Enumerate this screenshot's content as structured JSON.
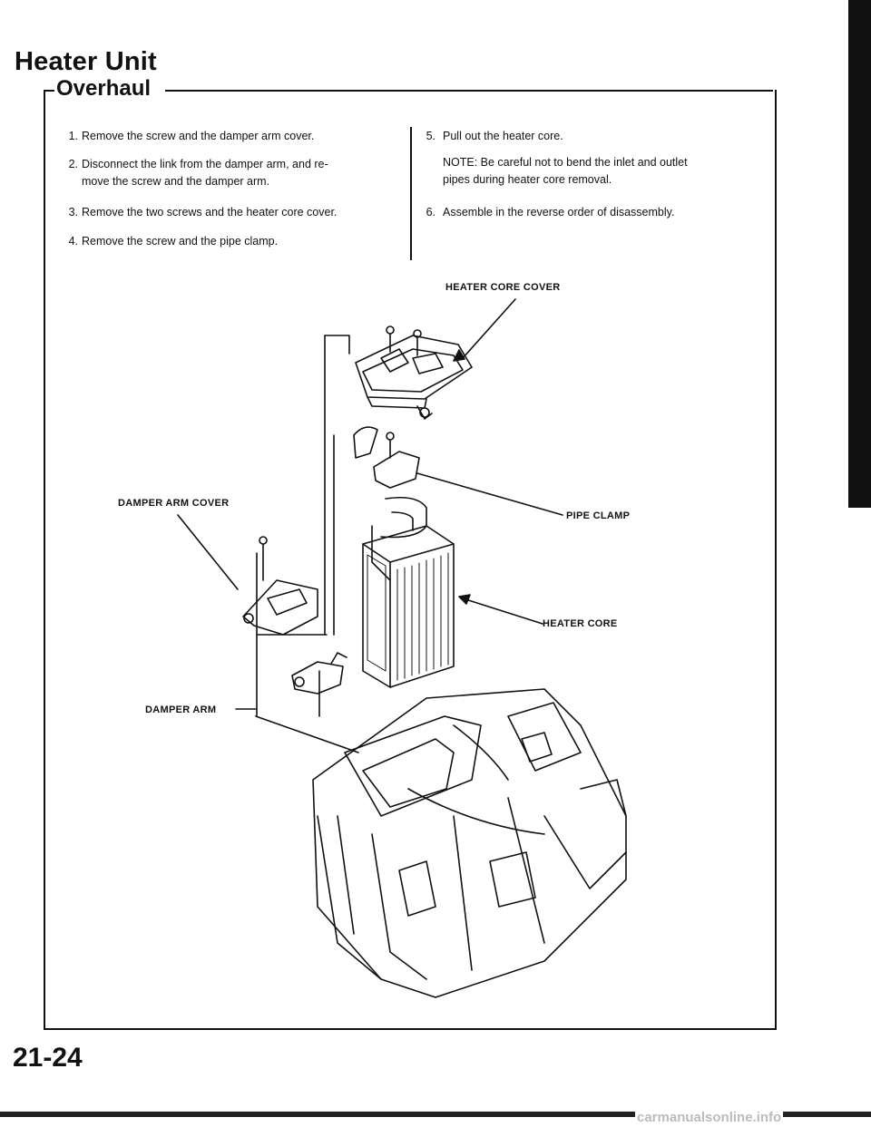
{
  "header": {
    "title": "Heater Unit",
    "subtitle": "Overhaul"
  },
  "steps_left": [
    {
      "num": "1.",
      "lines": [
        "Remove the screw and the damper arm cover."
      ]
    },
    {
      "num": "2.",
      "lines": [
        "Disconnect the link from the damper arm, and re-",
        "move the screw and the damper arm."
      ]
    },
    {
      "num": "3.",
      "lines": [
        "Remove the two screws and the heater core cover."
      ]
    },
    {
      "num": "4.",
      "lines": [
        "Remove the screw and the pipe clamp."
      ]
    }
  ],
  "steps_right": [
    {
      "num": "5.",
      "lines": [
        "Pull out the heater core."
      ]
    },
    {
      "note_lines": [
        "NOTE: Be careful not to bend the inlet and outlet",
        "pipes during heater core removal."
      ]
    },
    {
      "num": "6.",
      "lines": [
        "Assemble in the reverse order of disassembly."
      ]
    }
  ],
  "diagram_labels": {
    "heater_core_cover": "HEATER CORE COVER",
    "damper_arm_cover": "DAMPER ARM COVER",
    "pipe_clamp": "PIPE CLAMP",
    "heater_core": "HEATER CORE",
    "damper_arm": "DAMPER ARM"
  },
  "page_number": "21-24",
  "watermark": "carmanualsonline.info",
  "colors": {
    "ink": "#111111",
    "paper": "#ffffff"
  }
}
